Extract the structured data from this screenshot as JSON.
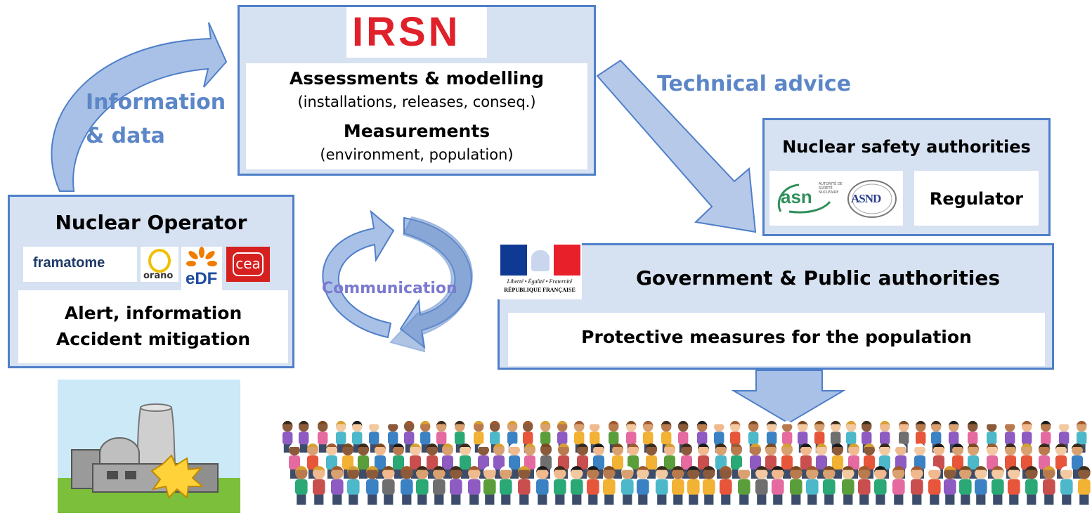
{
  "irsn": {
    "logo_text": "IRSN",
    "line1": "Assessments & modelling",
    "line2": "(installations, releases, conseq.)",
    "line3": "Measurements",
    "line4": "(environment, population)"
  },
  "arrows": {
    "information_line1": "Information",
    "information_line2": "& data",
    "technical_advice": "Technical advice",
    "communication": "Communication"
  },
  "operator": {
    "title": "Nuclear Operator",
    "logos": {
      "framatome": "framatome",
      "orano": "orano",
      "edf": "eDF",
      "cea": "cea"
    },
    "line1": "Alert, information",
    "line2": "Accident mitigation"
  },
  "safety": {
    "title": "Nuclear safety authorities",
    "asn_logo": "asn",
    "asn_small": "AUTORITÉ DE SÛRETÉ NUCLÉAIRE",
    "asnd_logo": "ASND",
    "regulator": "Regulator"
  },
  "government": {
    "title": "Government & Public authorities",
    "republic_motto": "Liberté • Égalité • Fraternité",
    "republic_name": "RÉPUBLIQUE FRANÇAISE",
    "measures": "Protective measures for the population"
  },
  "colors": {
    "panel_fill": "#d6e1f2",
    "panel_border": "#4f7fc9",
    "label_blue": "#5b86c7",
    "irsn_red": "#e0202a"
  }
}
